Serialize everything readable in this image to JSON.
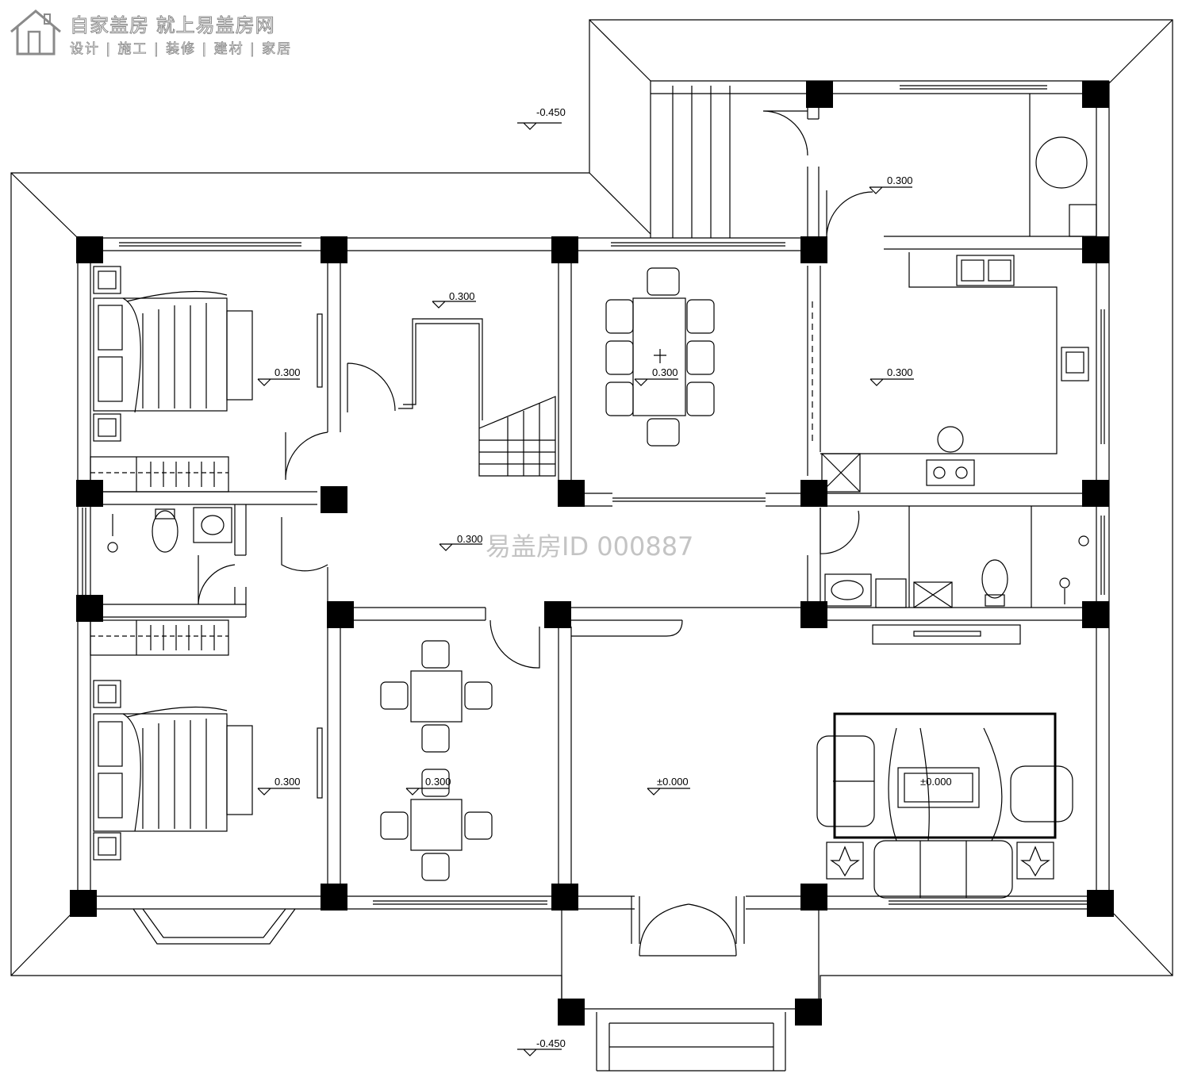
{
  "watermark": {
    "title": "自家盖房 就上易盖房网",
    "subtitle": "设计 | 施工 | 装修 | 建材 | 家居",
    "id_text": "易盖房ID 000887"
  },
  "levels": {
    "outdoor_top": "-0.450",
    "outdoor_bottom": "-0.450",
    "back_room": "0.300",
    "bedroom_top": "0.300",
    "stair_hall": "0.300",
    "dining": "0.300",
    "kitchen": "0.300",
    "corridor": "0.300",
    "bedroom_bottom": "0.300",
    "tea_room": "0.300",
    "living_room": "±0.000",
    "coffee_table": "±0.000"
  },
  "colors": {
    "line": "#000000",
    "column": "#000000",
    "watermark": "#8a8a8a"
  }
}
